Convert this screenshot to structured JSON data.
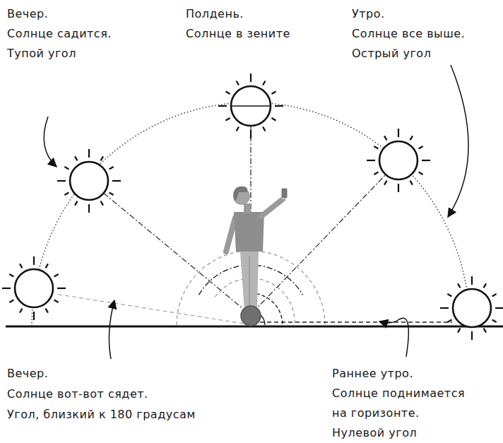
{
  "diagram": {
    "labels": [
      "Вечер.",
      "Солнце садится.",
      "Тупой угол",
      "Полдень.",
      "Солнце в зените",
      "Утро.",
      "Солнце все выше.",
      "Острый угол",
      "Вечер.",
      "Солнце вот-вот сядет.",
      "Угол, близкий к 180 градусам",
      "Раннее утро.",
      "Солнце поднимается",
      "на горизонте.",
      "Нулевой угол"
    ]
  }
}
